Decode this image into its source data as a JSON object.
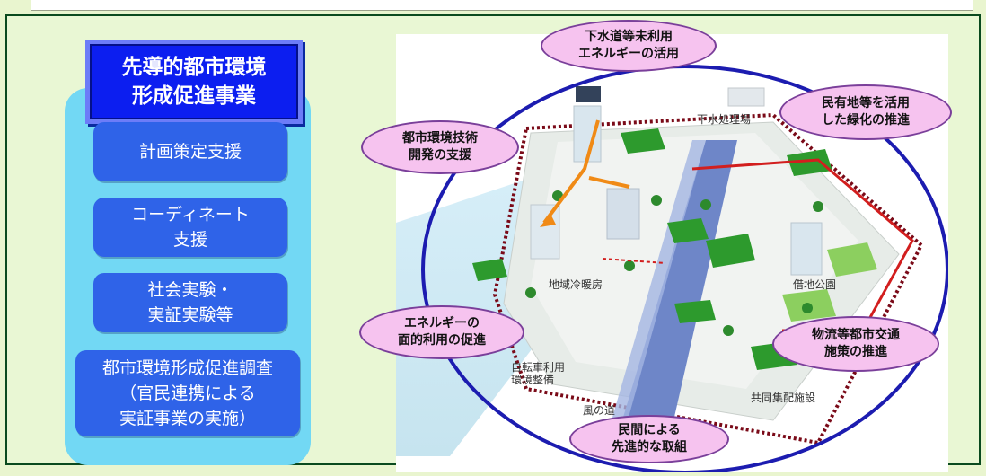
{
  "panel": {
    "title": "先導的都市環境\n形成促進事業",
    "buttons": [
      "計画策定支援",
      "コーディネート\n支援",
      "社会実験・\n実証実験等",
      "都市環境形成促進調査\n（官民連携による\n実証事業の実施）"
    ]
  },
  "bubbles": {
    "sewage_energy": "下水道等未利用\nエネルギーの活用",
    "private_greening": "民有地等を活用\nした緑化の推進",
    "tech_dev": "都市環境技術\n開発の支援",
    "area_energy": "エネルギーの\n面的利用の促進",
    "logistics": "物流等都市交通\n施策の推進",
    "private_initiative": "民間による\n先進的な取組"
  },
  "map_labels": {
    "sewage_plant": "下水処理場",
    "dhc": "地域冷暖房",
    "borrowed_park": "借地公園",
    "bike_env": "自転車利用\n環境整備",
    "wind_path": "風の道",
    "joint_delivery": "共同集配施設"
  },
  "colors": {
    "page_bg": "#e9f7d4",
    "frame": "#0a4a1e",
    "panel_bg": "#72d8f4",
    "title_bg": "#0c1ef0",
    "button_bg": "#2f63e8",
    "bubble_fill": "#f6c3ef",
    "bubble_border": "#7a3f9a",
    "ellipse": "#1c1cb0"
  }
}
